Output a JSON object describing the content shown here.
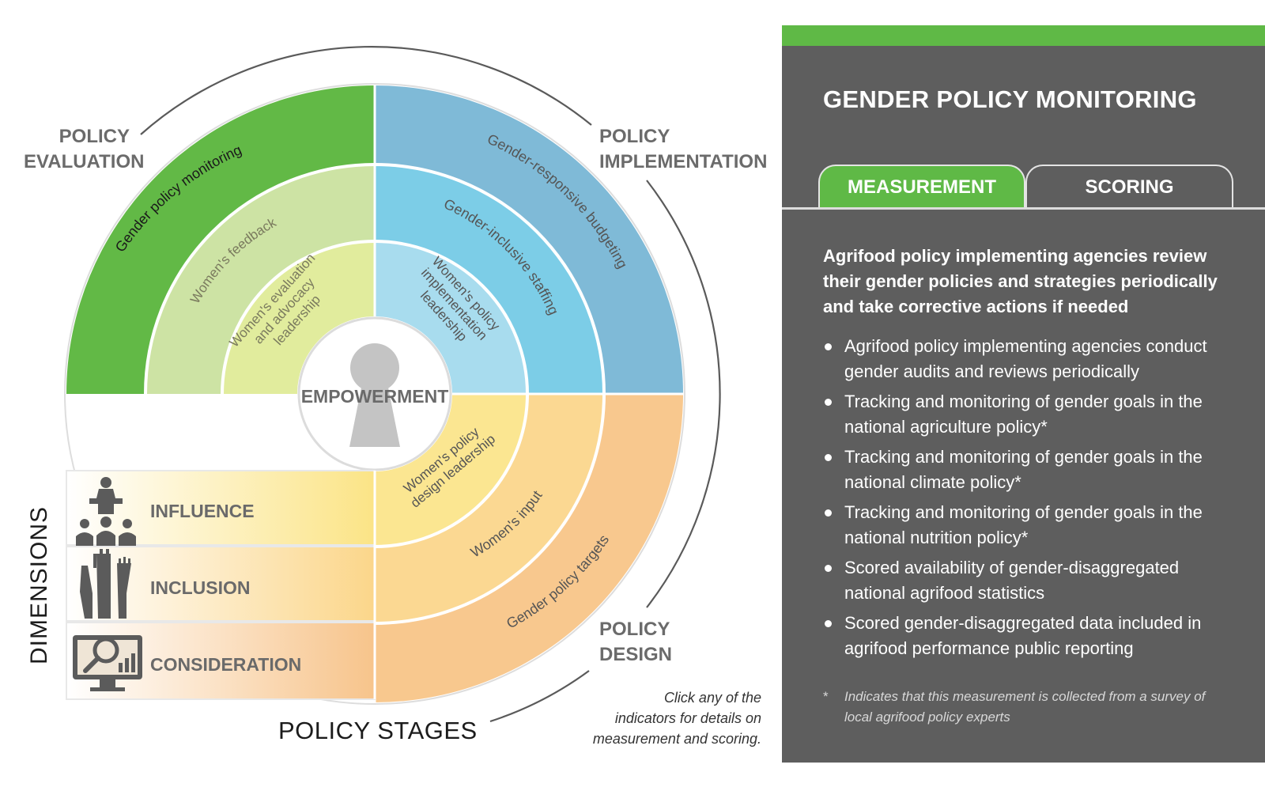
{
  "diagram": {
    "center_label": "EMPOWERMENT",
    "policy_stages_title": "POLICY STAGES",
    "dimensions_title": "DIMENSIONS",
    "stages": {
      "evaluation": "POLICY\nEVALUATION",
      "implementation": "POLICY\nIMPLEMENTATION",
      "design": "POLICY\nDESIGN"
    },
    "indicators": {
      "evaluation_outer": "Gender policy monitoring",
      "evaluation_middle": "Women's feedback",
      "evaluation_inner": [
        "Women's evaluation",
        "and advocacy",
        "leadership"
      ],
      "implementation_outer": "Gender-responsive budgeting",
      "implementation_middle": "Gender-inclusive staffing",
      "implementation_inner": [
        "Women's policy",
        "implementation",
        "leadership"
      ],
      "design_outer": "Gender policy targets",
      "design_middle": "Women's input",
      "design_inner": [
        "Women's policy",
        "design leadership"
      ]
    },
    "dimension_rows": [
      {
        "label": "INFLUENCE",
        "icon": "speaker-podium-icon"
      },
      {
        "label": "INCLUSION",
        "icon": "raised-hands-icon"
      },
      {
        "label": "CONSIDERATION",
        "icon": "monitor-magnifier-icon"
      }
    ],
    "click_note": "Click any of the\nindicators for details on\nmeasurement and scoring.",
    "colors": {
      "evaluation": [
        "#62b946",
        "#cde3a4",
        "#e1ec9d"
      ],
      "implementation": [
        "#7fbad7",
        "#7ccde7",
        "#a8dcee"
      ],
      "design": [
        "#f8c88e",
        "#fbd892",
        "#fbe691"
      ]
    }
  },
  "panel": {
    "title": "GENDER POLICY MONITORING",
    "tabs": [
      "MEASUREMENT",
      "SCORING"
    ],
    "active_tab": "MEASUREMENT",
    "lead": "Agrifood policy implementing agencies review their gender policies and strategies periodically and take corrective actions if needed",
    "bullets": [
      "Agrifood policy implementing agencies conduct gender audits and reviews periodically",
      "Tracking and monitoring of gender goals in the national agriculture policy*",
      "Tracking and monitoring of gender goals in the national climate policy*",
      "Tracking and monitoring of gender goals in the national nutrition policy*",
      "Scored availability of gender-disaggregated national agrifood statistics",
      "Scored gender-disaggregated data included in agrifood performance public reporting"
    ],
    "footnote_star": "*",
    "footnote": "Indicates that this measurement is collected from a survey of local agrifood policy experts"
  }
}
